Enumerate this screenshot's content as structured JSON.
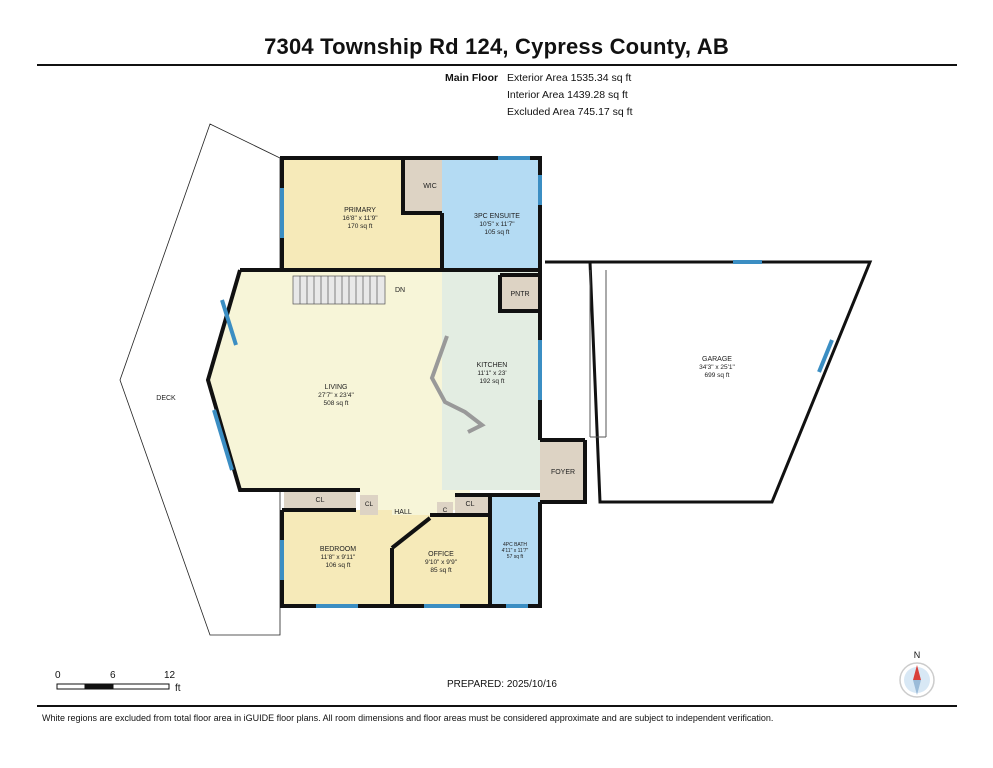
{
  "header": {
    "title": "7304 Township Rd 124, Cypress County, AB"
  },
  "areas": {
    "floor_label": "Main Floor",
    "exterior": "Exterior Area 1535.34 sq ft",
    "interior": "Interior Area 1439.28 sq ft",
    "excluded": "Excluded Area 745.17 sq ft"
  },
  "rooms": {
    "primary": {
      "name": "PRIMARY",
      "dims": "16'8\" x 11'9\"",
      "area": "170 sq ft"
    },
    "wic": {
      "name": "WIC"
    },
    "ensuite": {
      "name": "3PC ENSUITE",
      "dims": "10'5\" x 11'7\"",
      "area": "105 sq ft"
    },
    "pntr": {
      "name": "PNTR"
    },
    "living": {
      "name": "LIVING",
      "dims": "27'7\" x 23'4\"",
      "area": "508 sq ft"
    },
    "kitchen": {
      "name": "KITCHEN",
      "dims": "11'1\" x 23'",
      "area": "192 sq ft"
    },
    "garage": {
      "name": "GARAGE",
      "dims": "34'3\" x 25'1\"",
      "area": "699 sq ft"
    },
    "foyer": {
      "name": "FOYER"
    },
    "deck": {
      "name": "DECK"
    },
    "hall": {
      "name": "HALL"
    },
    "bedroom": {
      "name": "BEDROOM",
      "dims": "11'8\" x 9'11\"",
      "area": "106 sq ft"
    },
    "office": {
      "name": "OFFICE",
      "dims": "9'10\" x 9'9\"",
      "area": "85 sq ft"
    },
    "bath": {
      "name": "4PC BATH",
      "dims": "4'11\" x 11'7\"",
      "area": "57 sq ft"
    },
    "cl_bed": {
      "name": "CL"
    },
    "cl_hall": {
      "name": "CL"
    },
    "cl_office": {
      "name": "CL"
    },
    "c_small": {
      "name": "C"
    },
    "stairs": {
      "name": "DN"
    }
  },
  "scale": {
    "t0": "0",
    "t1": "6",
    "t2": "12",
    "unit": "ft"
  },
  "prepared": "PREPARED: 2025/10/16",
  "compass": {
    "north": "N"
  },
  "footer": "White regions are excluded from total floor area in iGUIDE floor plans. All room dimensions and floor areas must be considered approximate and are subject to independent verification.",
  "colors": {
    "bedroom_fill": "#f6eab9",
    "living_fill": "#f7f5d8",
    "kitchen_fill": "#e3ede2",
    "bath_fill": "#b4dbf3",
    "closet_fill": "#ddd3c4",
    "window": "#3b8ec3",
    "wall": "#111111"
  }
}
